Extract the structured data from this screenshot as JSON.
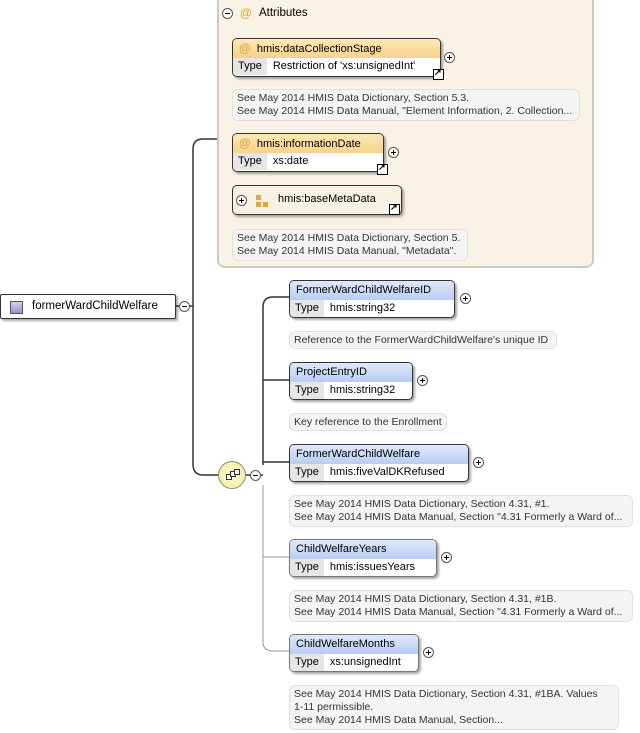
{
  "root": {
    "label": "formerWardChildWelfare"
  },
  "attributes": {
    "title": "Attributes",
    "items": [
      {
        "name": "hmis:dataCollectionStage",
        "type_key": "Type",
        "type_value": "Restriction of 'xs:unsignedInt'",
        "note": [
          "See May 2014 HMIS Data Dictionary, Section 5.3.",
          "See May 2014 HMIS Data Manual, \"Element Information, 2. Collection..."
        ]
      },
      {
        "name": "hmis:informationDate",
        "type_key": "Type",
        "type_value": "xs:date",
        "note": []
      },
      {
        "name": "hmis:baseMetaData",
        "note": [
          "See May 2014 HMIS Data Dictionary, Section 5.",
          "See May 2014 HMIS Data Manual, \"Metadata\"."
        ]
      }
    ]
  },
  "elements": [
    {
      "name": "FormerWardChildWelfareID",
      "type_key": "Type",
      "type_value": "hmis:string32",
      "note": [
        "Reference to the FormerWardChildWelfare's unique ID"
      ]
    },
    {
      "name": "ProjectEntryID",
      "type_key": "Type",
      "type_value": "hmis:string32",
      "note": [
        "Key reference to the Enrollment"
      ]
    },
    {
      "name": "FormerWardChildWelfare",
      "type_key": "Type",
      "type_value": "hmis:fiveValDKRefused",
      "note": [
        "See May 2014 HMIS Data Dictionary, Section 4.31, #1.",
        "See May 2014 HMIS Data Manual, Section \"4.31 Formerly a Ward of..."
      ]
    },
    {
      "name": "ChildWelfareYears",
      "type_key": "Type",
      "type_value": "hmis:issuesYears",
      "note": [
        "See May 2014 HMIS Data Dictionary, Section 4.31, #1B.",
        "See May 2014 HMIS Data Manual, Section \"4.31 Formerly a Ward of..."
      ]
    },
    {
      "name": "ChildWelfareMonths",
      "type_key": "Type",
      "type_value": "xs:unsignedInt",
      "note": [
        "See May 2014 HMIS Data Dictionary, Section 4.31, #1BA. Values",
        "1-11 permissible.",
        "See May 2014 HMIS Data Manual, Section..."
      ]
    }
  ],
  "colors": {
    "attribute_header": "#f7d28a",
    "element_header": "#b9cdf2",
    "panel": "#f8f3e6"
  }
}
